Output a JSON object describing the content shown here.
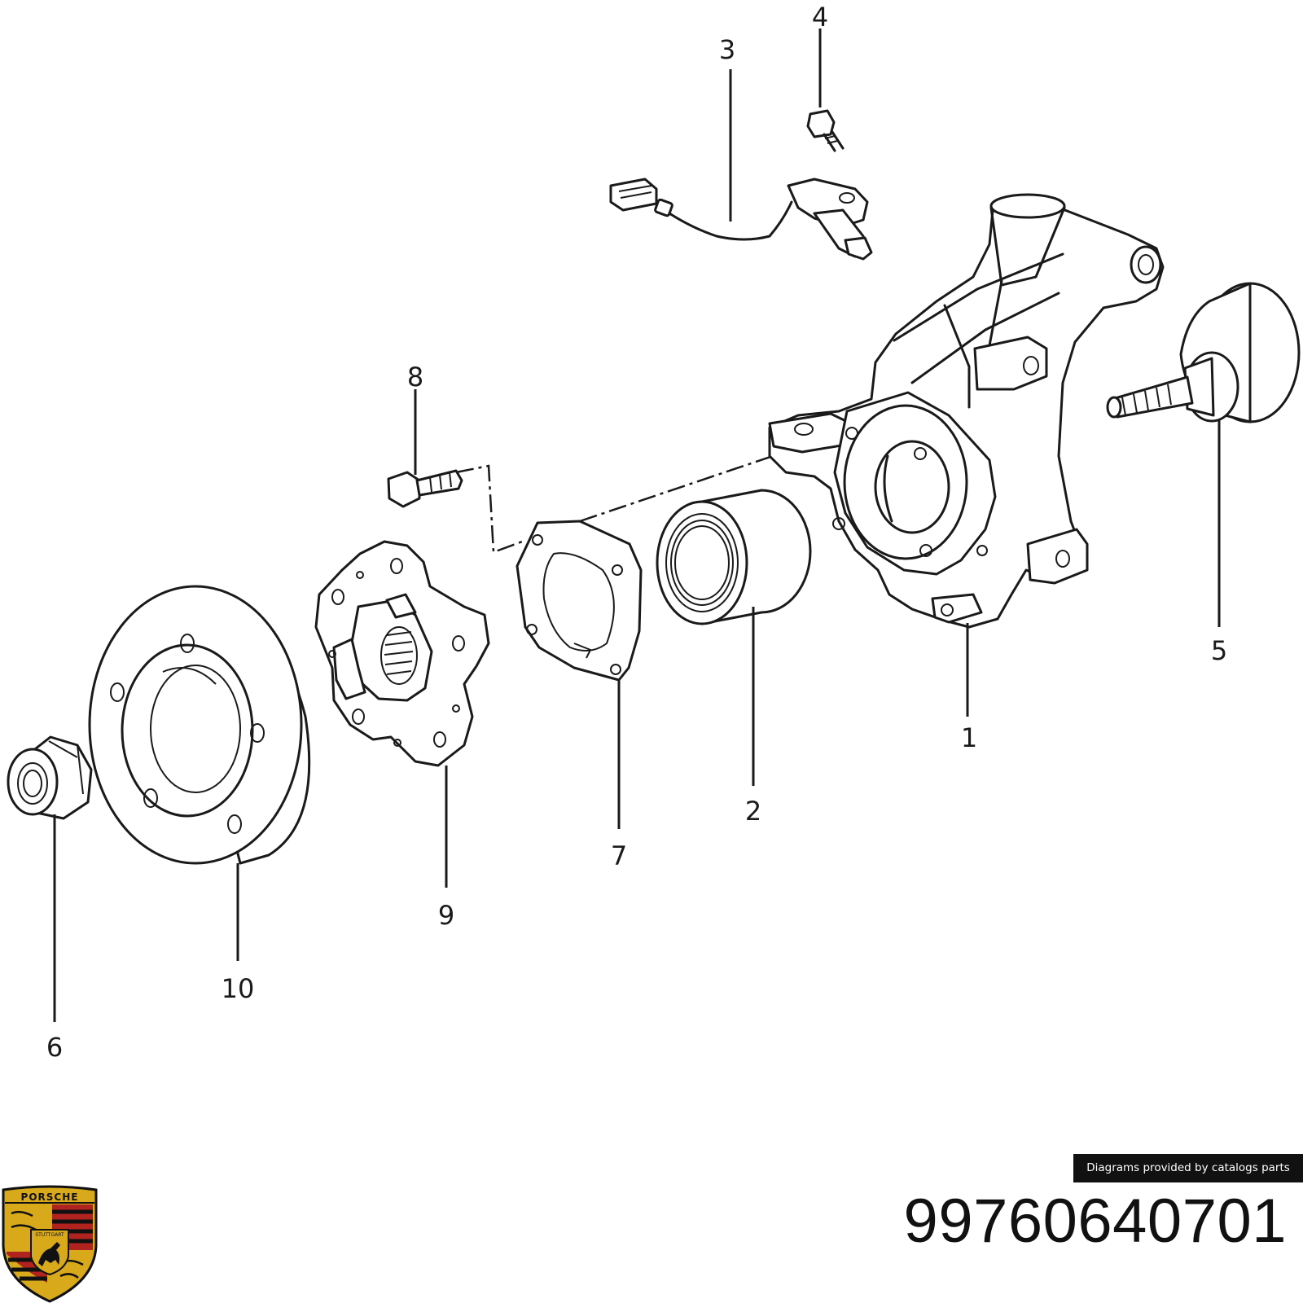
{
  "callouts": [
    {
      "id": "1",
      "label": "1"
    },
    {
      "id": "2",
      "label": "2"
    },
    {
      "id": "3",
      "label": "3"
    },
    {
      "id": "4",
      "label": "4"
    },
    {
      "id": "5",
      "label": "5"
    },
    {
      "id": "6",
      "label": "6"
    },
    {
      "id": "7",
      "label": "7"
    },
    {
      "id": "8",
      "label": "8"
    },
    {
      "id": "9",
      "label": "9"
    },
    {
      "id": "10",
      "label": "10"
    }
  ],
  "credit": "Diagrams provided by catalogs parts",
  "part_number": "99760640701",
  "logo": {
    "brand": "PORSCHE",
    "city": "STUTTGART",
    "colors": {
      "gold": "#d9a91c",
      "red": "#b0231f",
      "black": "#111111"
    }
  }
}
